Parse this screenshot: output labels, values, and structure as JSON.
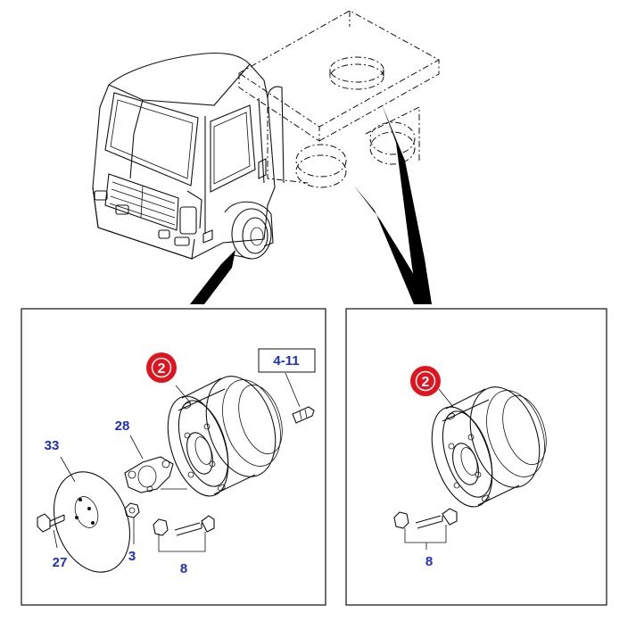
{
  "colors": {
    "label": "#1c2fbf",
    "callout_badge": "#e0141e",
    "line": "#111111"
  },
  "left_panel": {
    "callout": "2",
    "ref_box": "4-11",
    "labels": {
      "p33": "33",
      "p28": "28",
      "p27": "27",
      "p3": "3",
      "p8": "8"
    }
  },
  "right_panel": {
    "callout": "2",
    "labels": {
      "p8": "8"
    }
  }
}
